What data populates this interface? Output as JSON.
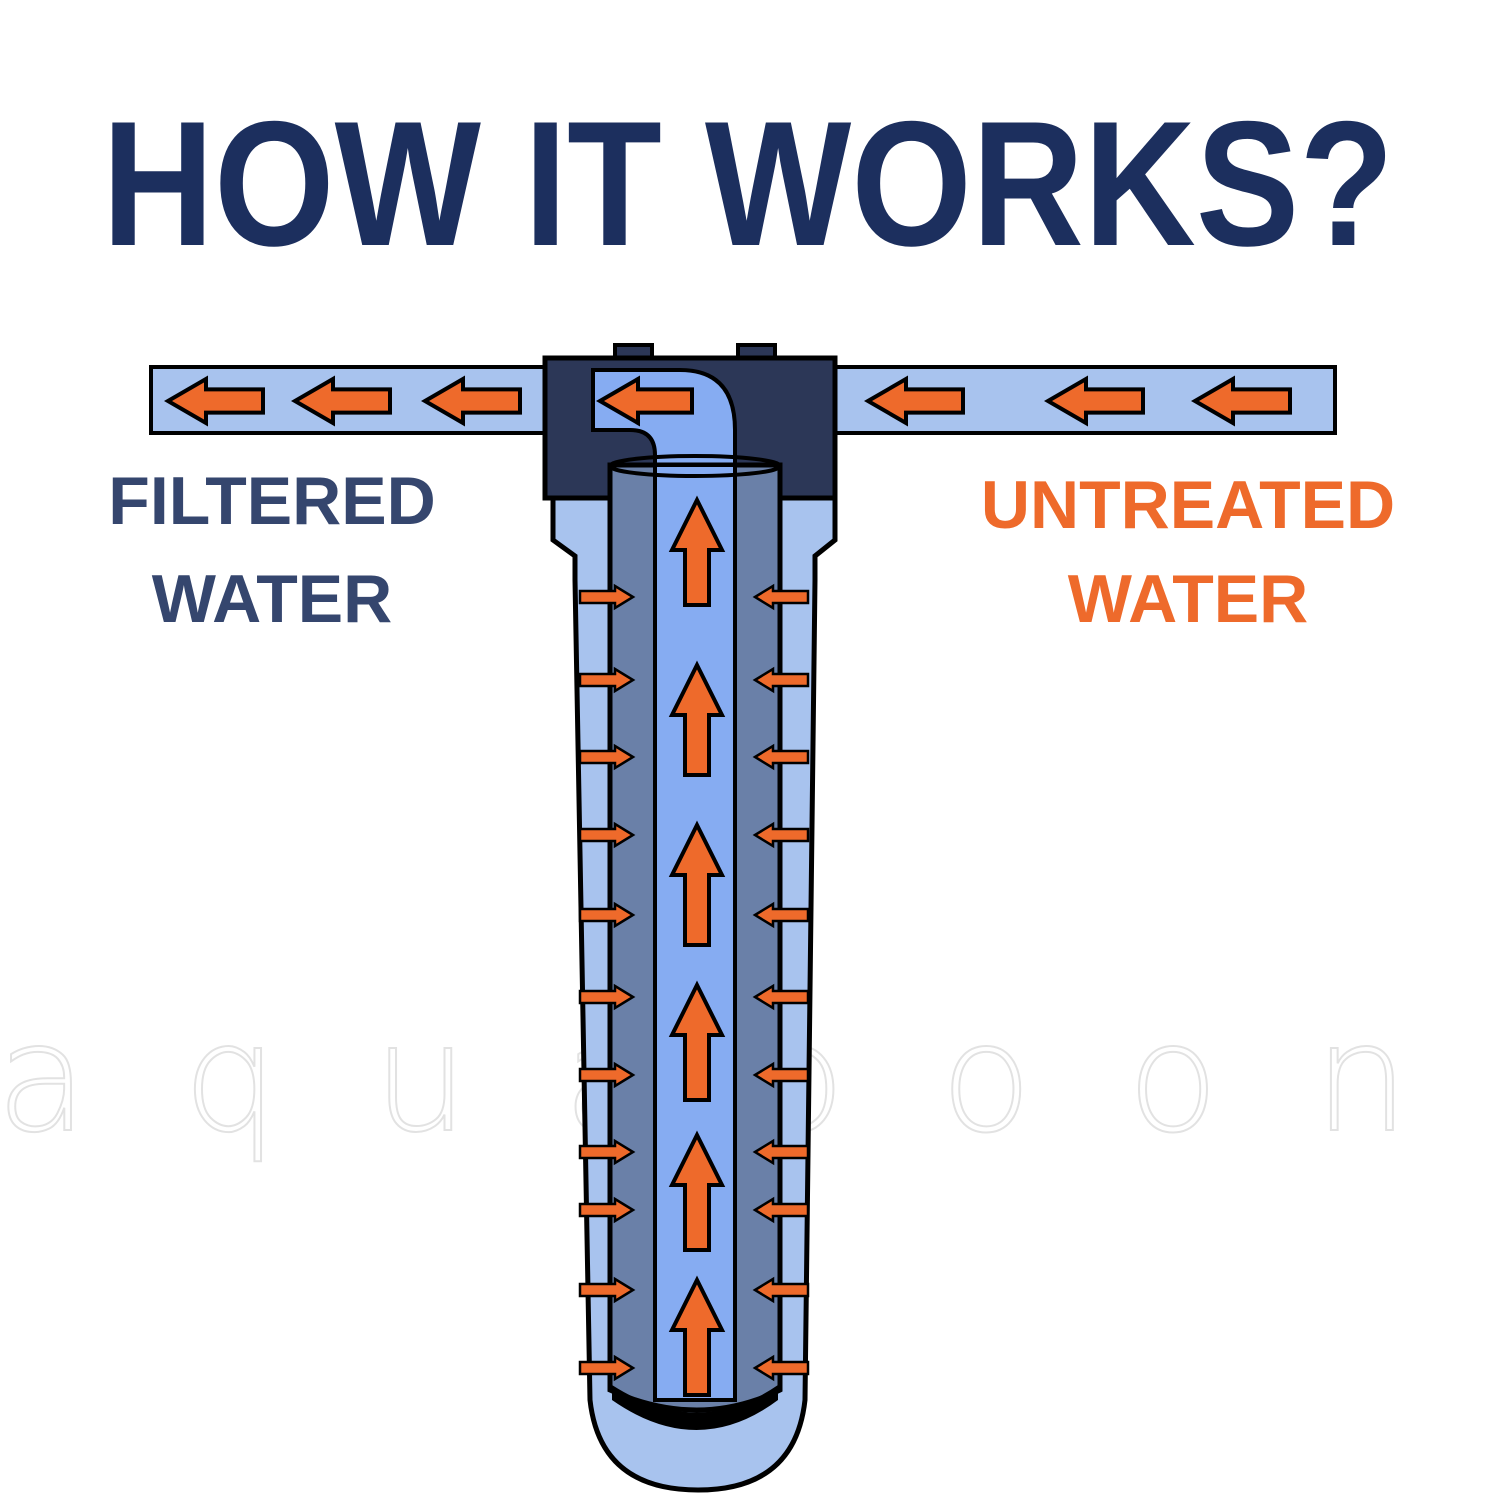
{
  "title": "HOW IT WORKS?",
  "labels": {
    "filtered_line1": "FILTERED",
    "filtered_line2": "WATER",
    "untreated_line1": "UNTREATED",
    "untreated_line2": "WATER"
  },
  "watermark": "aquaboon",
  "colors": {
    "title": "#1c2f5e",
    "filtered": "#35466e",
    "untreated": "#ee6a2b",
    "arrow": "#ee6a2b",
    "pipe": "#a8c3ee",
    "core": "#86acf2",
    "cartridge": "#6a80a8",
    "head": "#2c3757"
  }
}
